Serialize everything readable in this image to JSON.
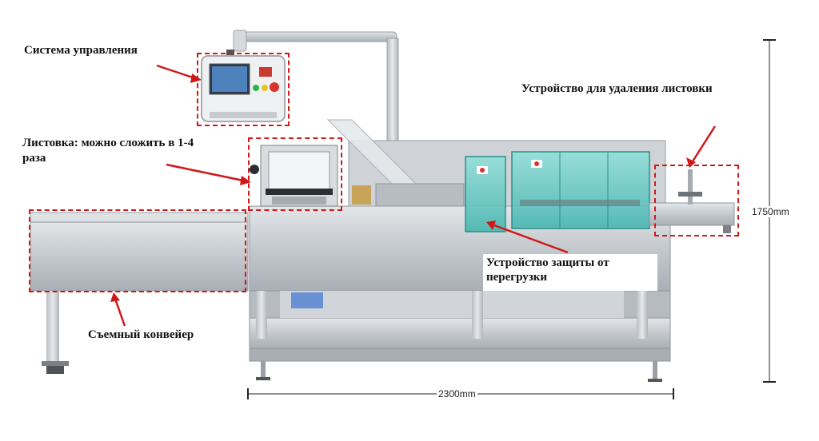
{
  "labels": {
    "control_system": "Система управления",
    "leaflet_fold_line1": "Листовка: можно сложить в 1-4",
    "leaflet_fold_line2": "раза",
    "leaflet_removal": "Устройство для удаления листовки",
    "overload_line1": "Устройство защиты от",
    "overload_line2": "перегрузки",
    "conveyor": "Съемный конвейер"
  },
  "dimensions": {
    "height": "1750mm",
    "width": "2300mm"
  },
  "colors": {
    "callout": "#d01818",
    "steel": "#c9cdd2",
    "steel_dark": "#8f959c",
    "guard_glass": "#5fc9c4",
    "panel_white": "#f2f3f5",
    "screen": "#3a6fa8"
  }
}
